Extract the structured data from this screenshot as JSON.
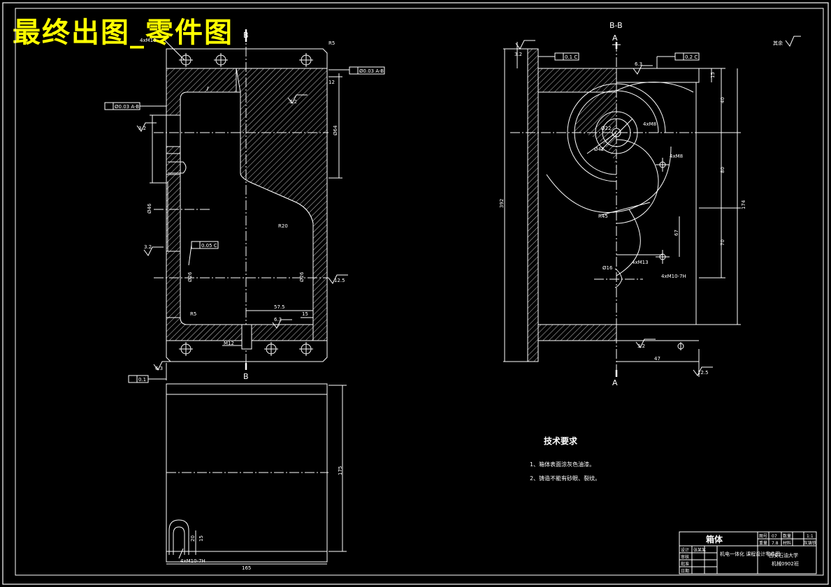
{
  "banner": "最终出图_零件图",
  "views": {
    "front_section_top": "B",
    "front_section_bottom": "B",
    "section_title": "B-B",
    "section_a_top": "A",
    "section_a_bottom": "A",
    "roughness_other": "其余"
  },
  "tolerances": {
    "tol1": "Ø0.03 A-B",
    "tol2": "Ø0.03 A-B",
    "tol3": "0.05 C",
    "tol4": "0.1",
    "tol5": "0.1 C",
    "tol6": "0.2 C"
  },
  "dims": {
    "d1": "4xM10",
    "d2": "R5",
    "d3": "12",
    "d4": "Ø64",
    "d5": "R20",
    "d6": "Ø46",
    "d7": "Ø26",
    "d8": "Ø26",
    "d9": "R5",
    "d10": "57.5",
    "d11": "15",
    "d12": "M12",
    "d13": "175",
    "d14": "165",
    "d15": "4xM10-7H",
    "d16": "392",
    "d17": "174",
    "d18": "80",
    "d19": "70",
    "d20": "40",
    "d21": "47",
    "d22": "Ø42",
    "d23": "Ø22",
    "d24": "4xM8",
    "d25": "4xM8",
    "d26": "Ø16",
    "d27": "4xM13",
    "d28": "R45",
    "d29": "67",
    "d30": "15",
    "d31": "4xM10-7H",
    "d32": "20",
    "d33": "15"
  },
  "roughness": {
    "r1": "3.2",
    "r2": "3.2",
    "r3": "3.2",
    "r4": "6.3",
    "r5": "12.5",
    "r6": "6.3",
    "r7": "6.3",
    "r8": "3.2",
    "r9": "3.2",
    "r10": "12.5"
  },
  "notes": {
    "title": "技术要求",
    "items": [
      "1、箱体表面涂灰色油漆。",
      "2、铸造不能有砂眼、裂纹。"
    ]
  },
  "title_block": {
    "part_name": "箱体",
    "project": "机电一体化\n课程设计零件图",
    "school": "西安石油大学",
    "class": "机械0902班",
    "cells": [
      "图号",
      "07",
      "数量",
      "1:1",
      "重量",
      "7.8",
      "材料",
      "灰铸铁",
      "设计",
      "张某某",
      "审核",
      "",
      "批准",
      "",
      "日期",
      ""
    ]
  },
  "colors": {
    "line": "#ffffff",
    "hatch": "#ffffff",
    "banner": "#ffff00"
  }
}
